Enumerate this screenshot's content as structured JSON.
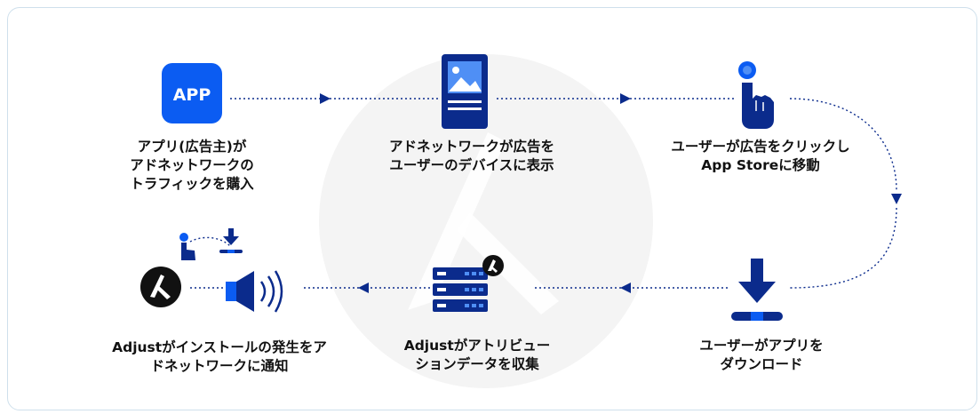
{
  "app_icon_label": "APP",
  "steps": [
    {
      "lines": [
        "アプリ(広告主)が",
        "アドネットワークの",
        "トラフィックを購入"
      ]
    },
    {
      "lines": [
        "アドネットワークが広告を",
        "ユーザーのデバイスに表示"
      ]
    },
    {
      "lines": [
        "ユーザーが広告をクリックし",
        "App Storeに移動"
      ]
    },
    {
      "lines": [
        "ユーザーがアプリを",
        "ダウンロード"
      ]
    },
    {
      "lines": [
        "Adjustがアトリビュー",
        "ションデータを収集"
      ]
    },
    {
      "lines": [
        "Adjustがインストールの発生をア",
        "ドネットワークに通知"
      ]
    }
  ],
  "colors": {
    "brand_blue": "#0b5cf2",
    "navy": "#0b2b8c",
    "watermark": "#f3f3f3",
    "text": "#111111"
  },
  "icons": [
    "app-icon",
    "ad-screen-icon",
    "tap-hand-icon",
    "download-icon",
    "server-icon",
    "adjust-logo-icon",
    "speaker-icon"
  ]
}
